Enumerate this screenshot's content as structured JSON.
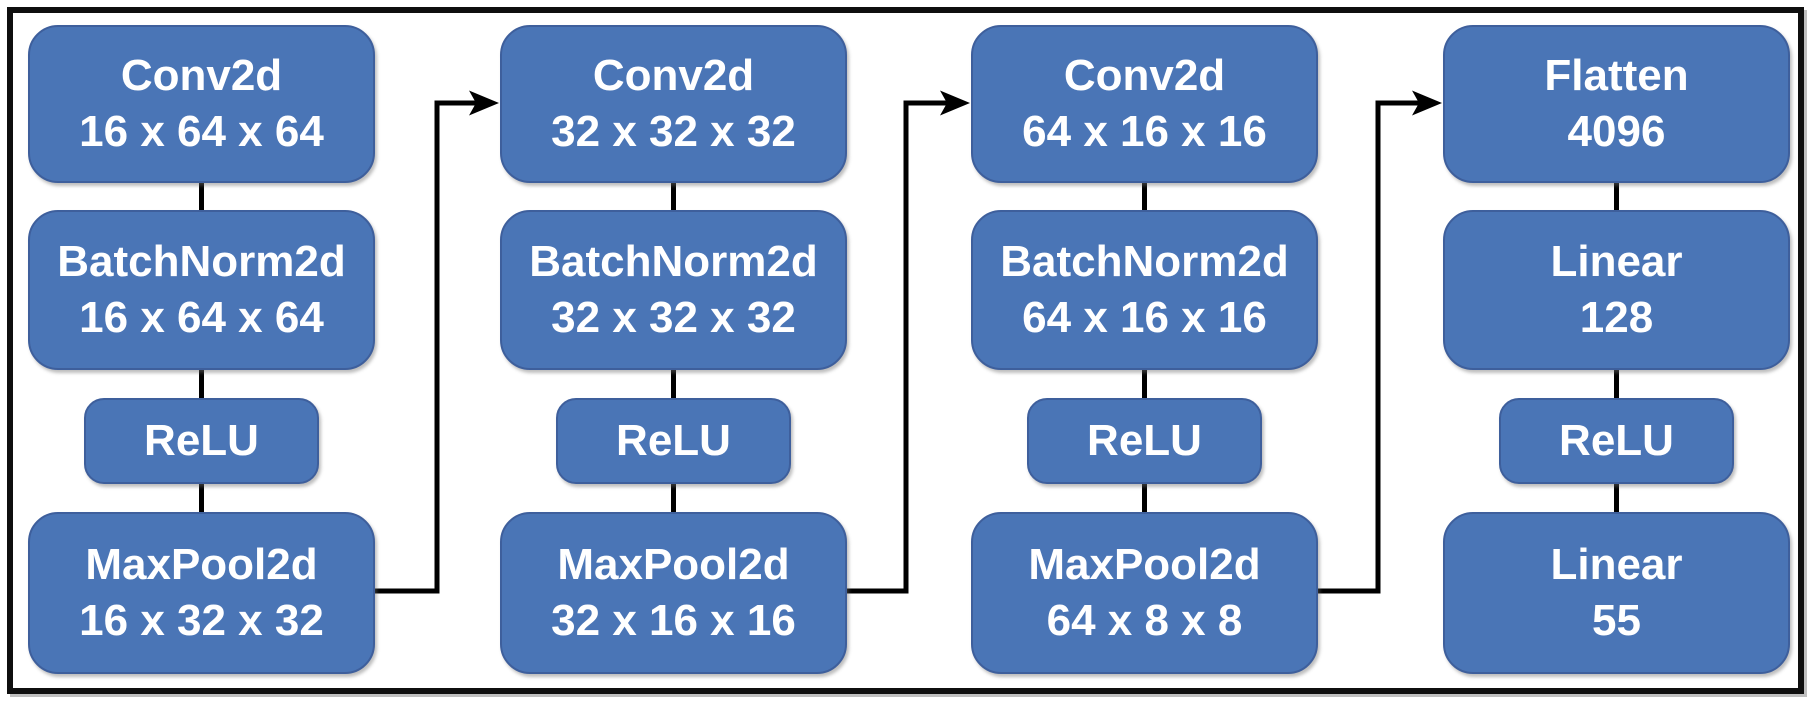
{
  "diagram": {
    "columns": [
      {
        "blocks": [
          {
            "title": "Conv2d",
            "dims": "16 x 64 x 64"
          },
          {
            "title": "BatchNorm2d",
            "dims": "16 x 64 x 64"
          },
          {
            "title": "ReLU"
          },
          {
            "title": "MaxPool2d",
            "dims": "16 x 32 x 32"
          }
        ]
      },
      {
        "blocks": [
          {
            "title": "Conv2d",
            "dims": "32 x 32 x 32"
          },
          {
            "title": "BatchNorm2d",
            "dims": "32 x 32 x 32"
          },
          {
            "title": "ReLU"
          },
          {
            "title": "MaxPool2d",
            "dims": "32 x 16 x 16"
          }
        ]
      },
      {
        "blocks": [
          {
            "title": "Conv2d",
            "dims": "64 x 16 x 16"
          },
          {
            "title": "BatchNorm2d",
            "dims": "64 x 16 x 16"
          },
          {
            "title": "ReLU"
          },
          {
            "title": "MaxPool2d",
            "dims": "64 x 8 x 8"
          }
        ]
      },
      {
        "blocks": [
          {
            "title": "Flatten",
            "dims": "4096"
          },
          {
            "title": "Linear",
            "dims": "128"
          },
          {
            "title": "ReLU"
          },
          {
            "title": "Linear",
            "dims": "55"
          }
        ]
      }
    ],
    "colors": {
      "box_fill": "#4A75B6",
      "box_border": "#3E5F9C",
      "text": "#FFFFFF",
      "connector": "#000000",
      "frame": "#0F0F0F",
      "background": "#FFFFFF"
    }
  }
}
